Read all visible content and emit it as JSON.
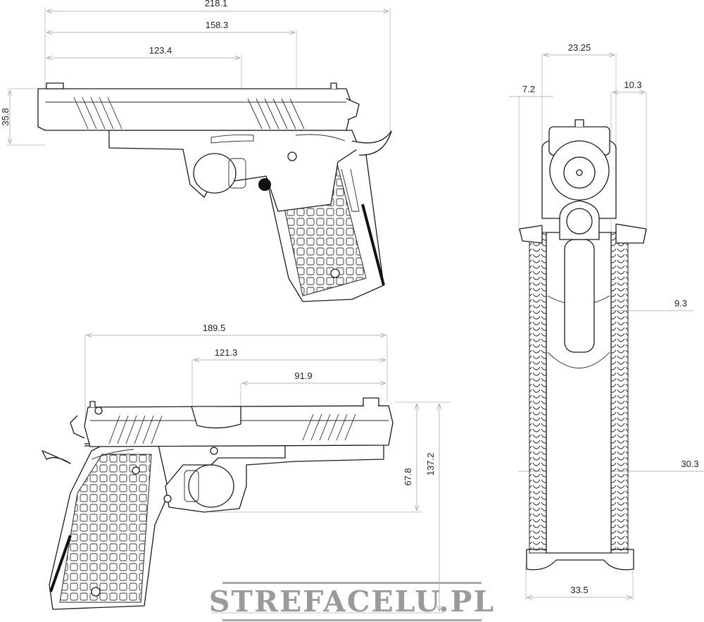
{
  "drawing": {
    "subject": "1911-style pistol technical dimension drawing",
    "units": "mm",
    "views": {
      "left_side": {
        "dimensions": {
          "overall_length": "218.1",
          "length_2": "158.3",
          "length_3": "123.4",
          "slide_height": "35.8"
        }
      },
      "right_side": {
        "dimensions": {
          "length_1": "189.5",
          "length_2": "121.3",
          "length_3": "91.9",
          "height_frame": "67.8",
          "overall_height": "137.2"
        }
      },
      "front": {
        "dimensions": {
          "slide_width": "23.25",
          "left_offset": "7.2",
          "right_offset": "10.3",
          "inner_width": "9.3",
          "grip_width": "30.3",
          "base_width": "33.5"
        }
      }
    },
    "watermark": "STREFACELU.PL"
  }
}
